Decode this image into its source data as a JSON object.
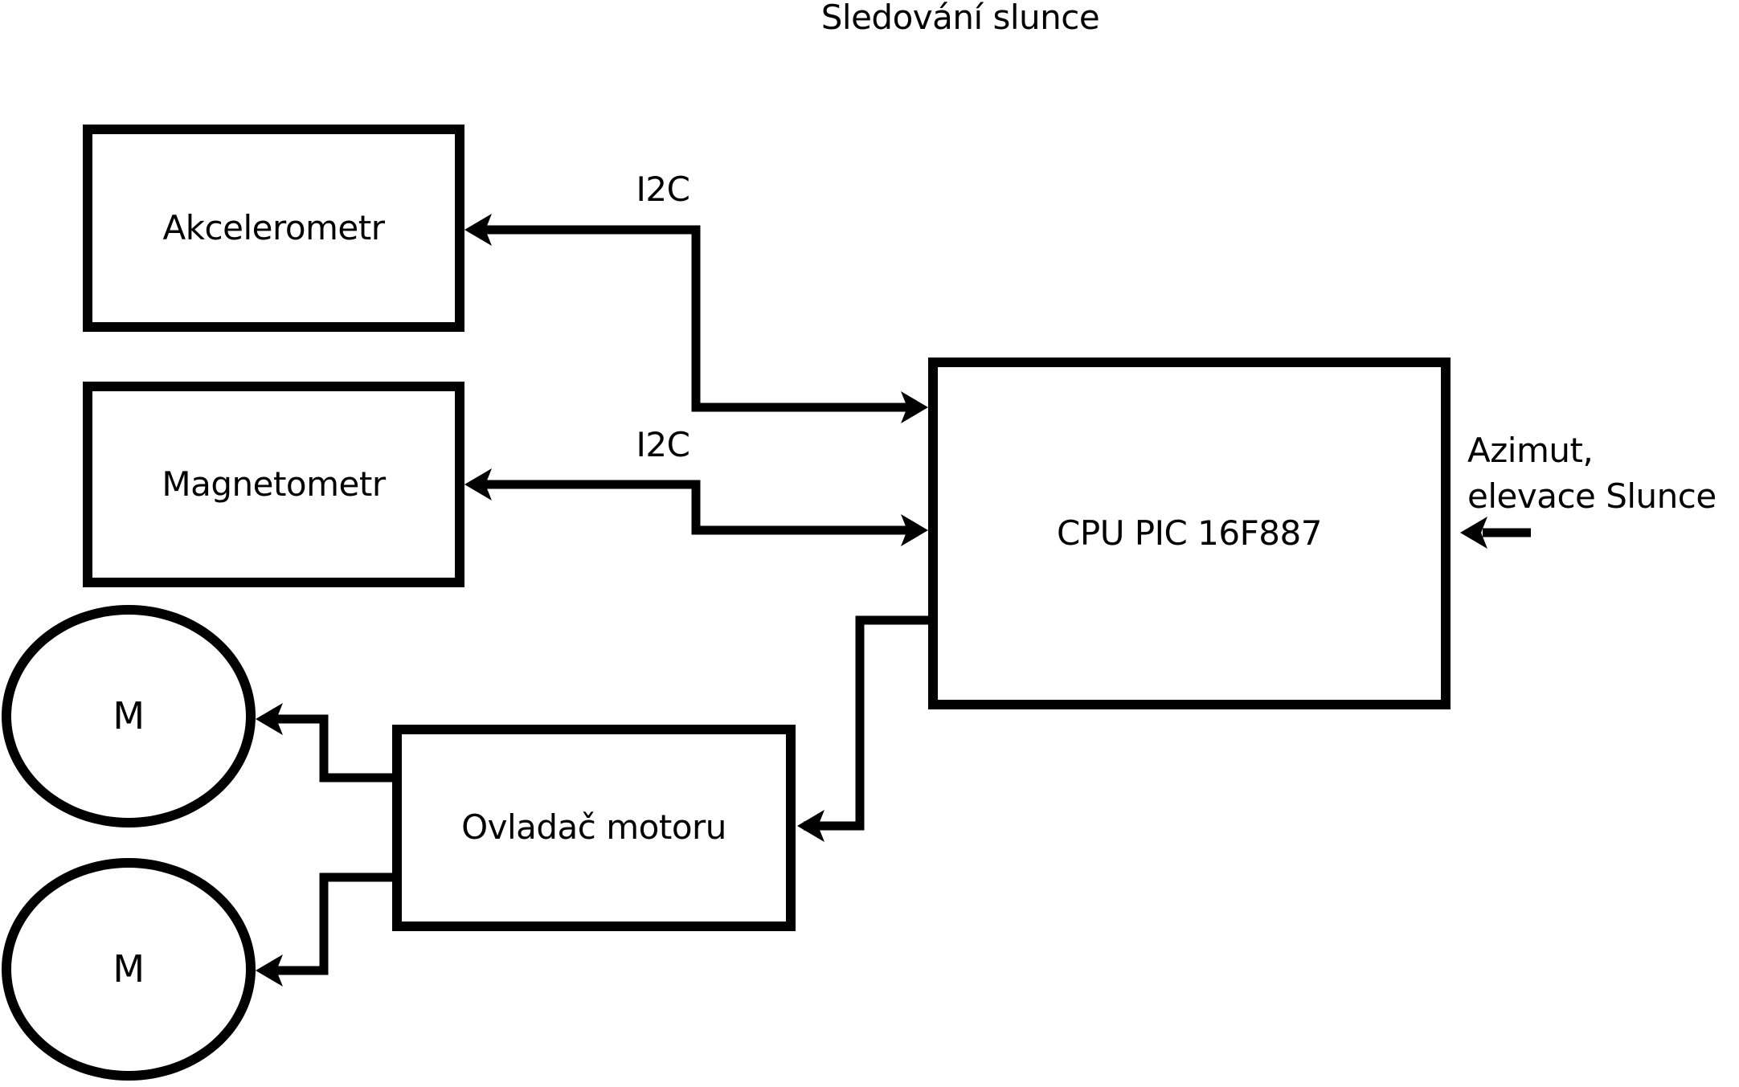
{
  "diagram": {
    "title": "Sledování slunce",
    "nodes": {
      "akcelerometr": {
        "label": "Akcelerometr"
      },
      "magnetometr": {
        "label": "Magnetometr"
      },
      "cpu": {
        "label": "CPU PIC 16F887"
      },
      "motor_controller": {
        "label": "Ovladač motoru"
      },
      "motor_top": {
        "label": "M"
      },
      "motor_bottom": {
        "label": "M"
      }
    },
    "labels": {
      "i2c_top": "I2C",
      "i2c_bottom": "I2C",
      "sun_input": "Azimut,\nelevace Slunce"
    },
    "connectors": {
      "bus_top": "CPU ↔ Akcelerometr (I2C)",
      "bus_bottom": "CPU ↔ Magnetometr (I2C)",
      "cpu_to_controller": "CPU → Ovladač motoru",
      "controller_to_motor_top": "Ovladač motoru → M",
      "controller_to_motor_bottom": "Ovladač motoru → M",
      "sun_input_arrow": "Azimut, elevace Slunce → CPU"
    },
    "colors": {
      "ink": "#000000",
      "background": "#ffffff"
    }
  }
}
